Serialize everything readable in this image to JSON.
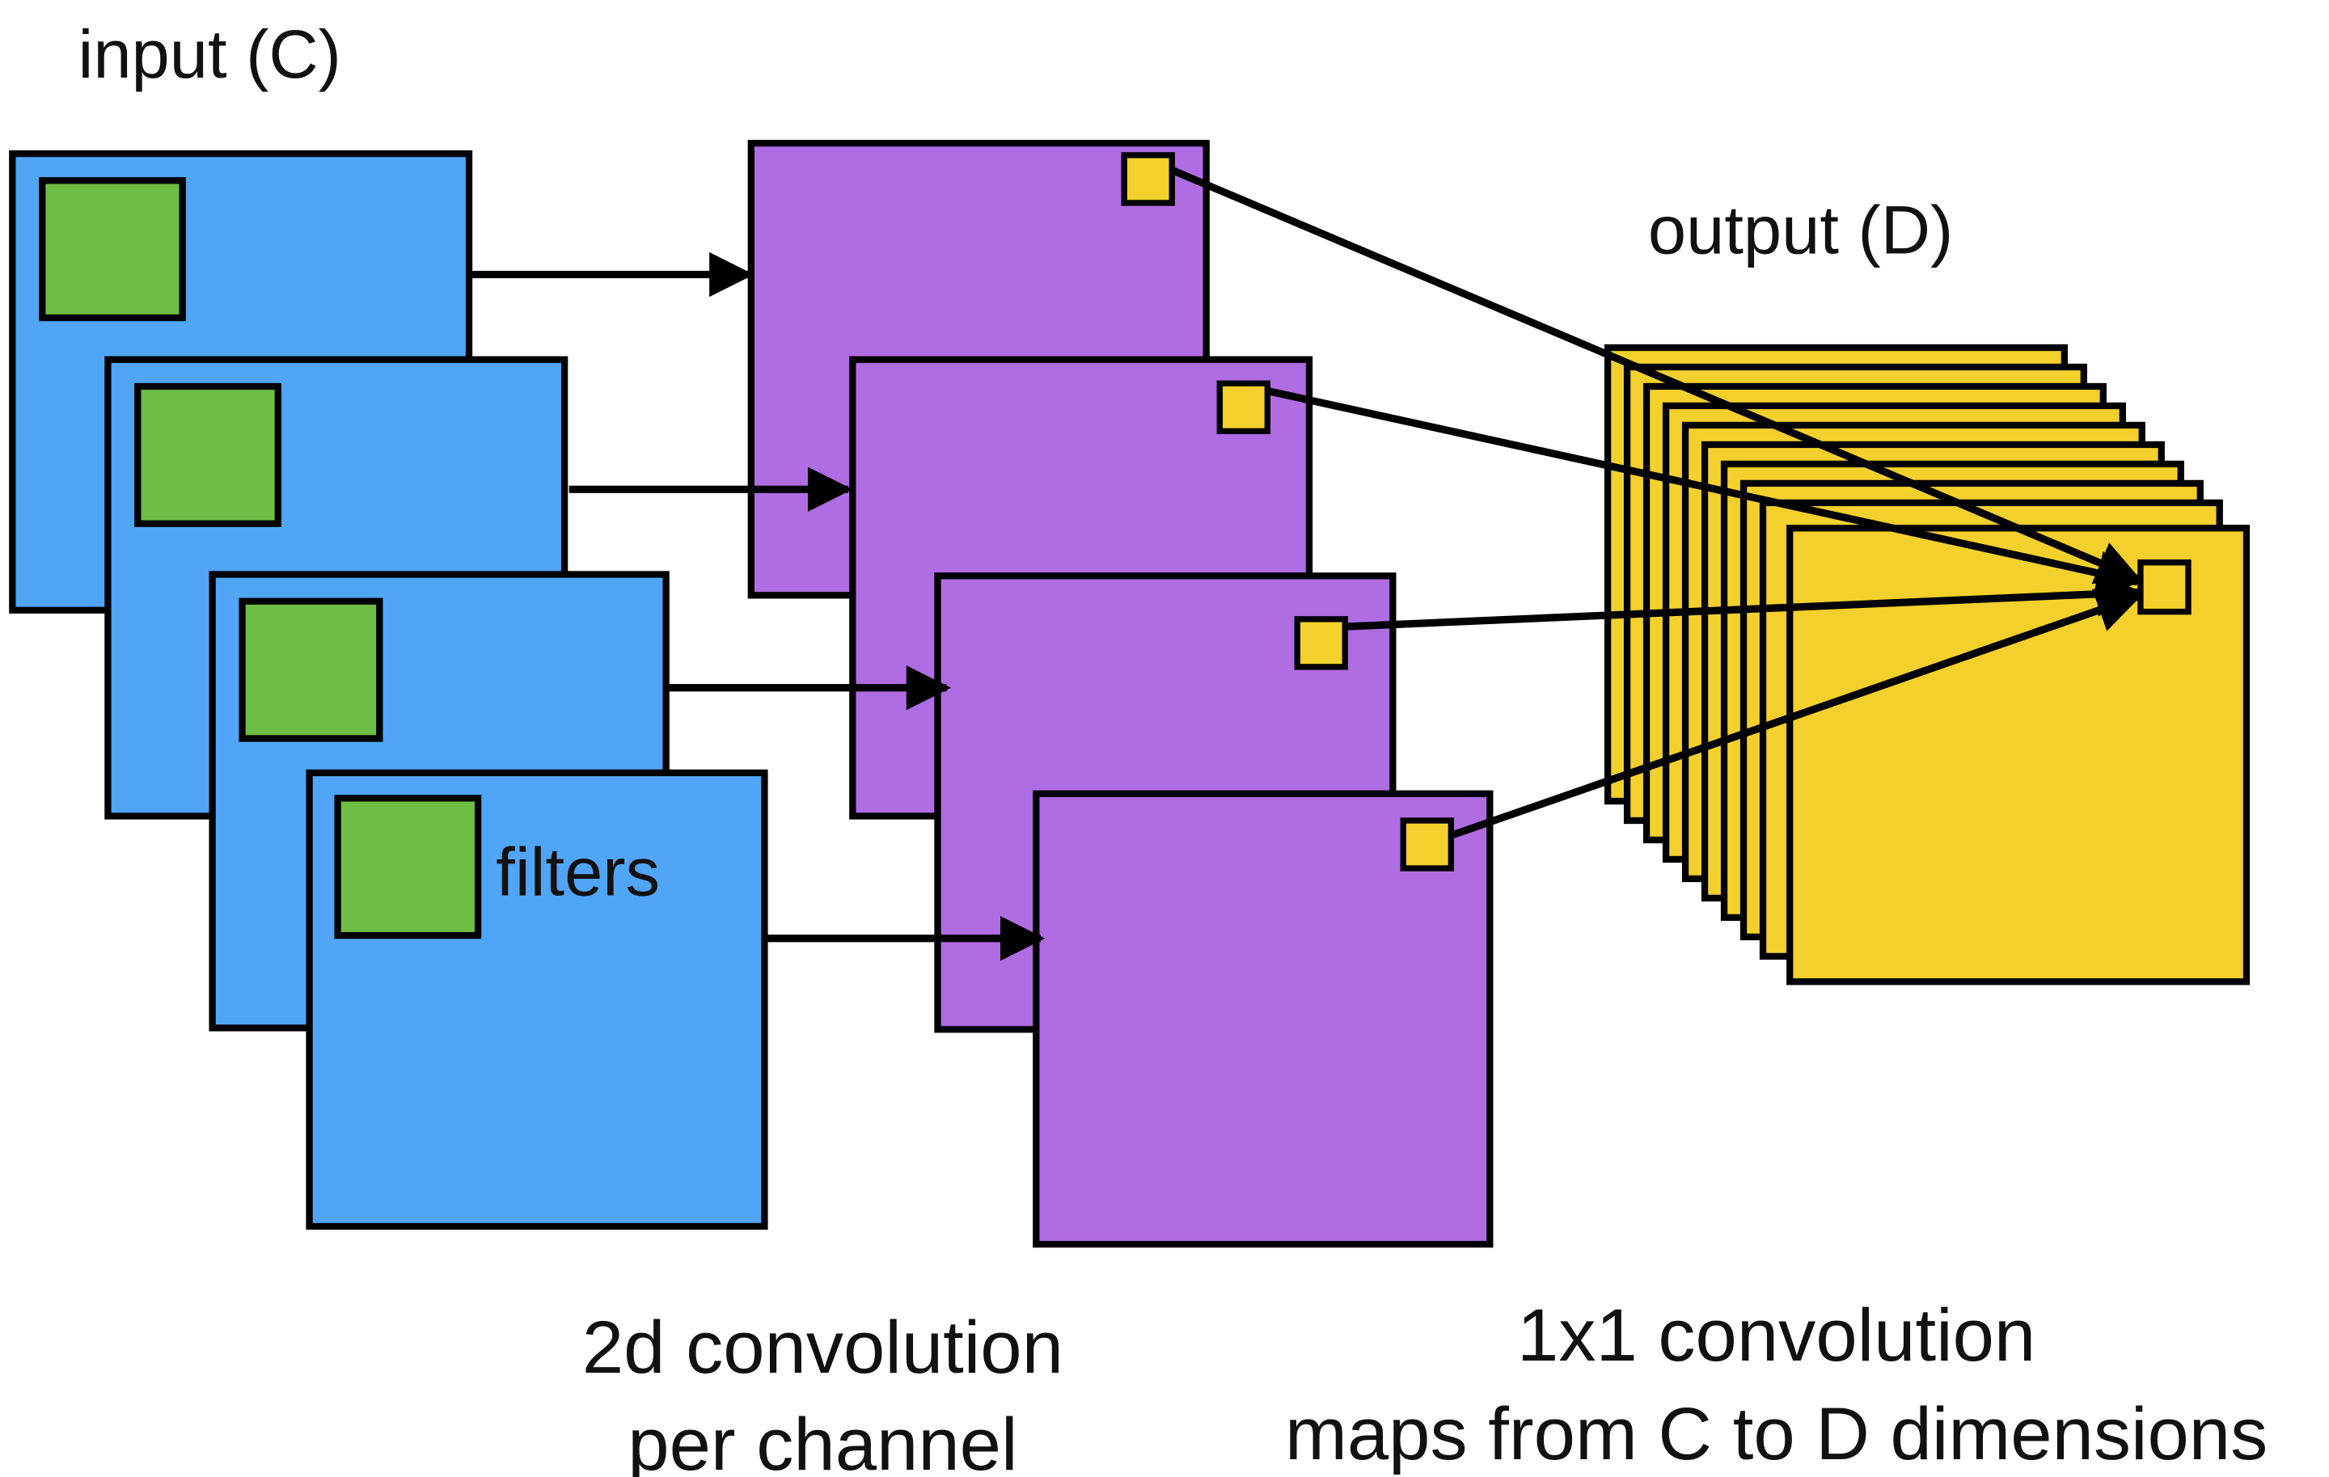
{
  "labels": {
    "input": "input (C)",
    "output": "output (D)",
    "filters": "filters",
    "depthwise_line1": "2d convolution",
    "depthwise_line2": "per channel",
    "pointwise_line1": "1x1 convolution",
    "pointwise_line2": "maps from C to D dimensions"
  },
  "colors": {
    "input_map": "#50A5F7",
    "filter": "#6EBD45",
    "depthwise_map": "#B06CE3",
    "output_map": "#F3D02B",
    "pixel": "#F3D02B",
    "stroke": "#000000"
  },
  "structure": {
    "input_channels": 4,
    "depthwise_maps": 4,
    "output_maps": 10
  }
}
